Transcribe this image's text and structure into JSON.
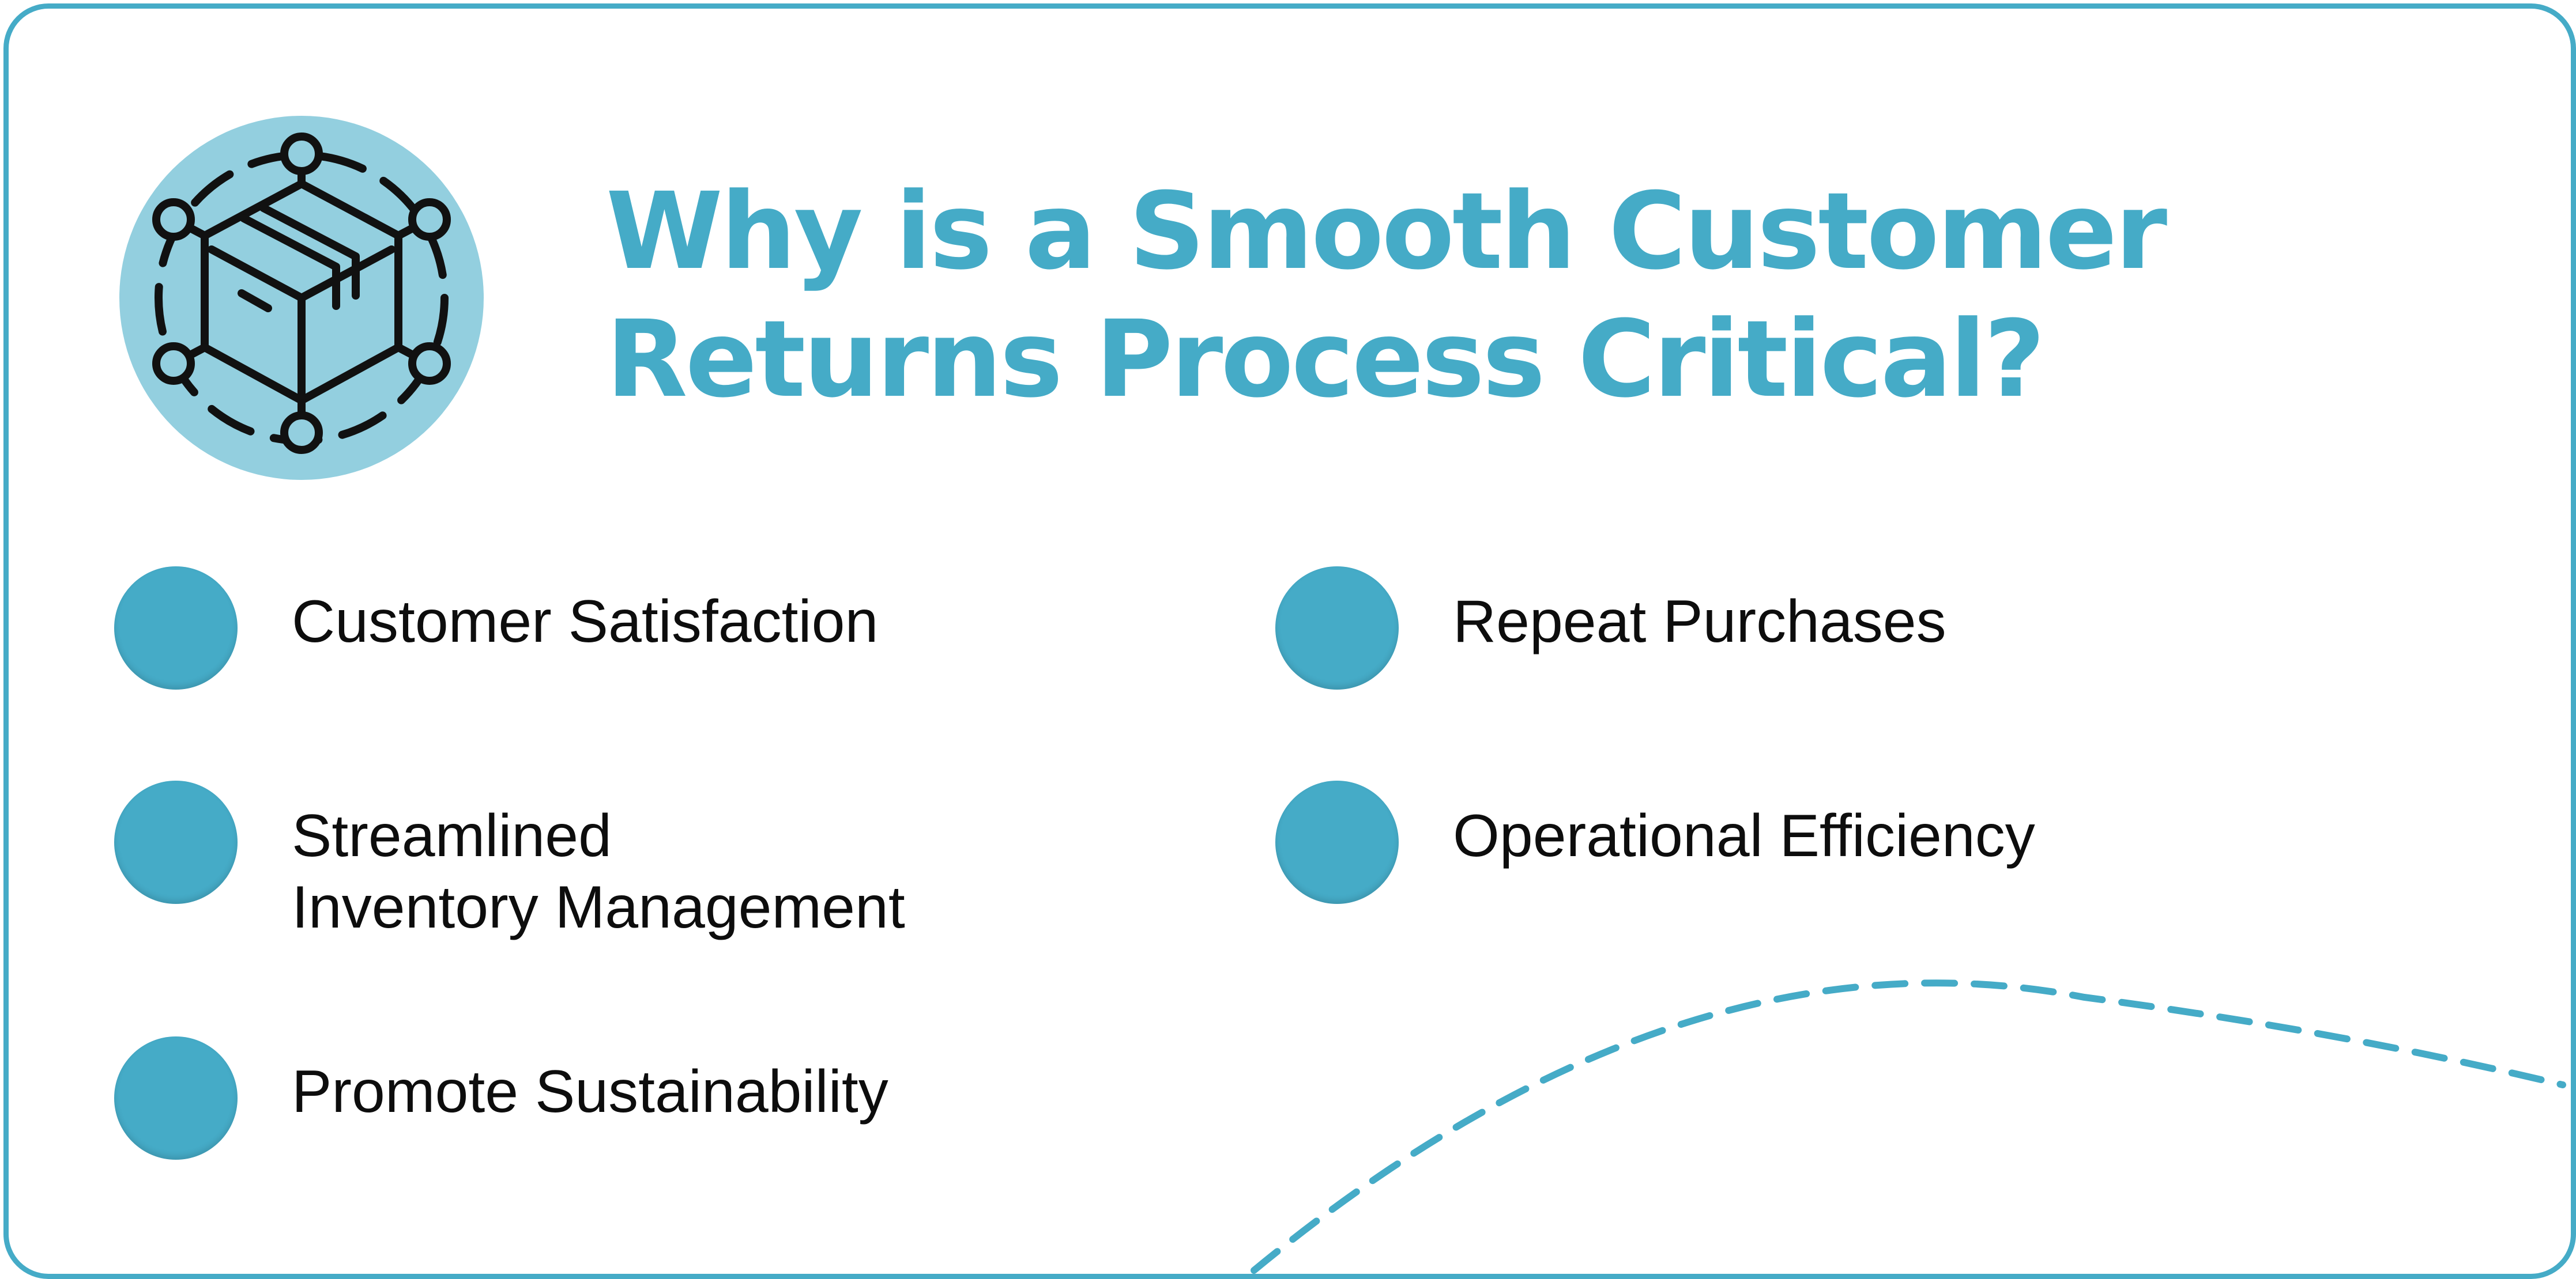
{
  "title": {
    "line1": "Why is a Smooth Customer",
    "line2": "Returns Process Critical?"
  },
  "header_icon": {
    "name": "network-package-icon",
    "color": "#111111",
    "background": "#93cfdf"
  },
  "accent_color": "#45abc7",
  "items_left": [
    {
      "label": "Customer Satisfaction"
    },
    {
      "label": "Streamlined\nInventory Management"
    },
    {
      "label": "Promote Sustainability"
    }
  ],
  "items_right": [
    {
      "label": "Repeat Purchases"
    },
    {
      "label": "Operational Efficiency"
    }
  ]
}
